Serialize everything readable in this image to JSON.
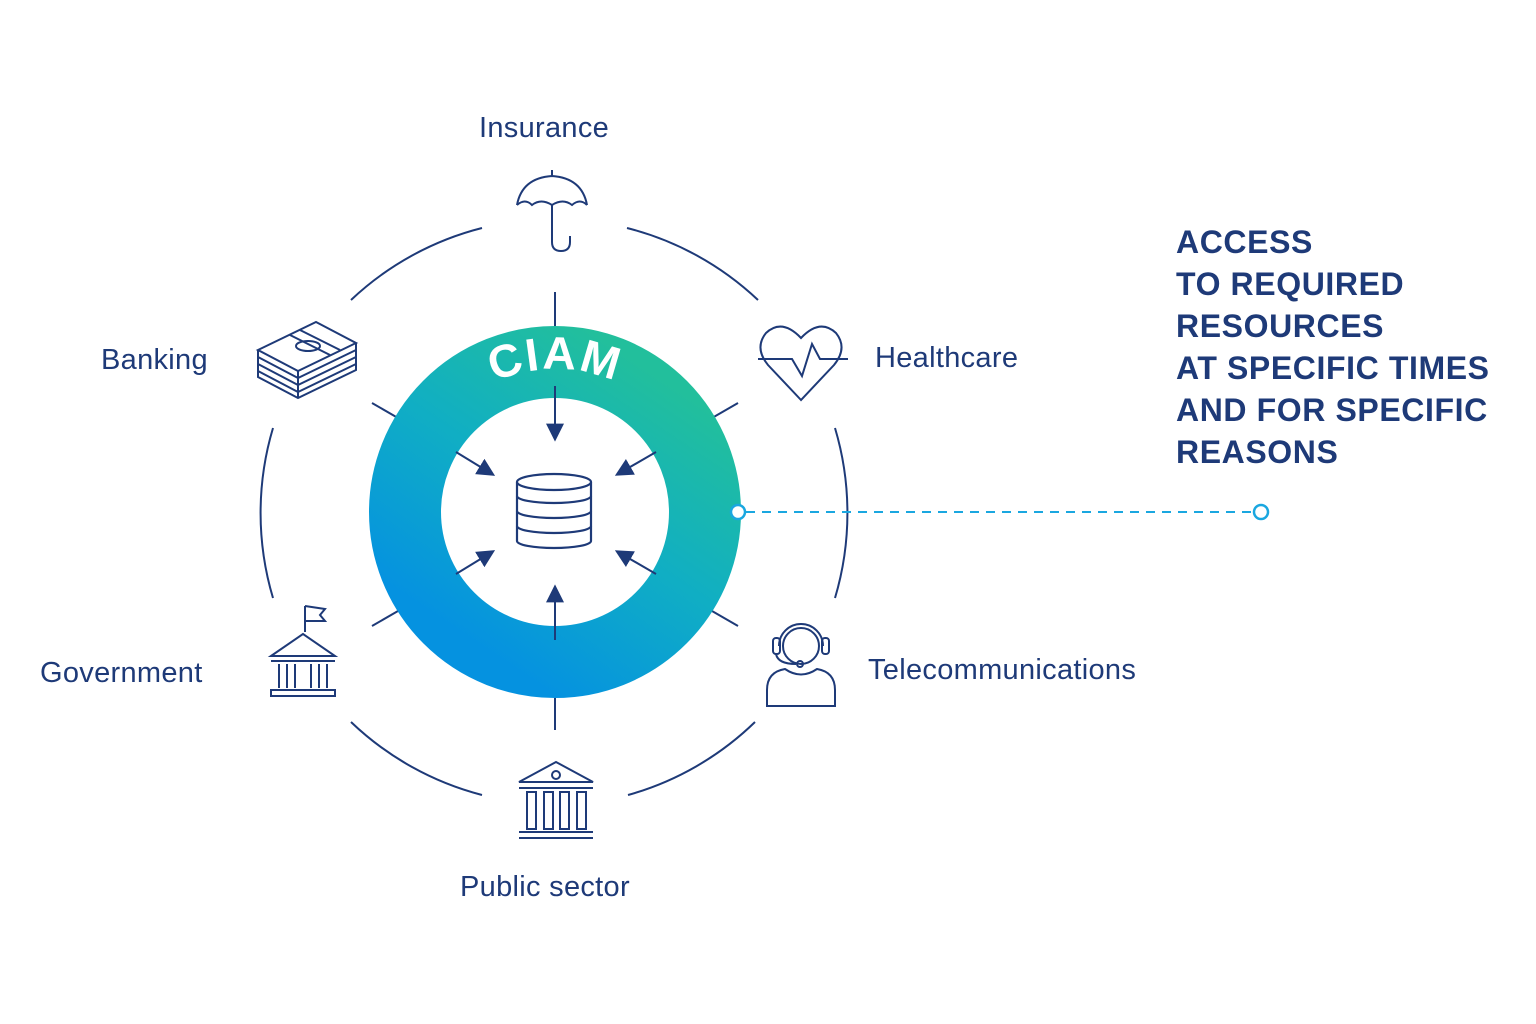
{
  "center": {
    "title": "CIAM",
    "icon": "database-icon"
  },
  "sectors": [
    {
      "label": "Insurance",
      "icon": "umbrella-icon"
    },
    {
      "label": "Healthcare",
      "icon": "heart-pulse-icon"
    },
    {
      "label": "Telecommunications",
      "icon": "headset-agent-icon"
    },
    {
      "label": "Public sector",
      "icon": "institution-building-icon"
    },
    {
      "label": "Government",
      "icon": "government-building-flag-icon"
    },
    {
      "label": "Banking",
      "icon": "money-stack-icon"
    }
  ],
  "headline": {
    "lines": [
      "ACCESS",
      "TO REQUIRED",
      "RESOURCES",
      "AT SPECIFIC TIMES",
      "AND FOR SPECIFIC",
      "REASONS"
    ]
  },
  "colors": {
    "text": "#1e3a78",
    "ring_start": "#1fbf9a",
    "ring_end": "#0a8ee0",
    "connector": "#1aa7e0"
  }
}
